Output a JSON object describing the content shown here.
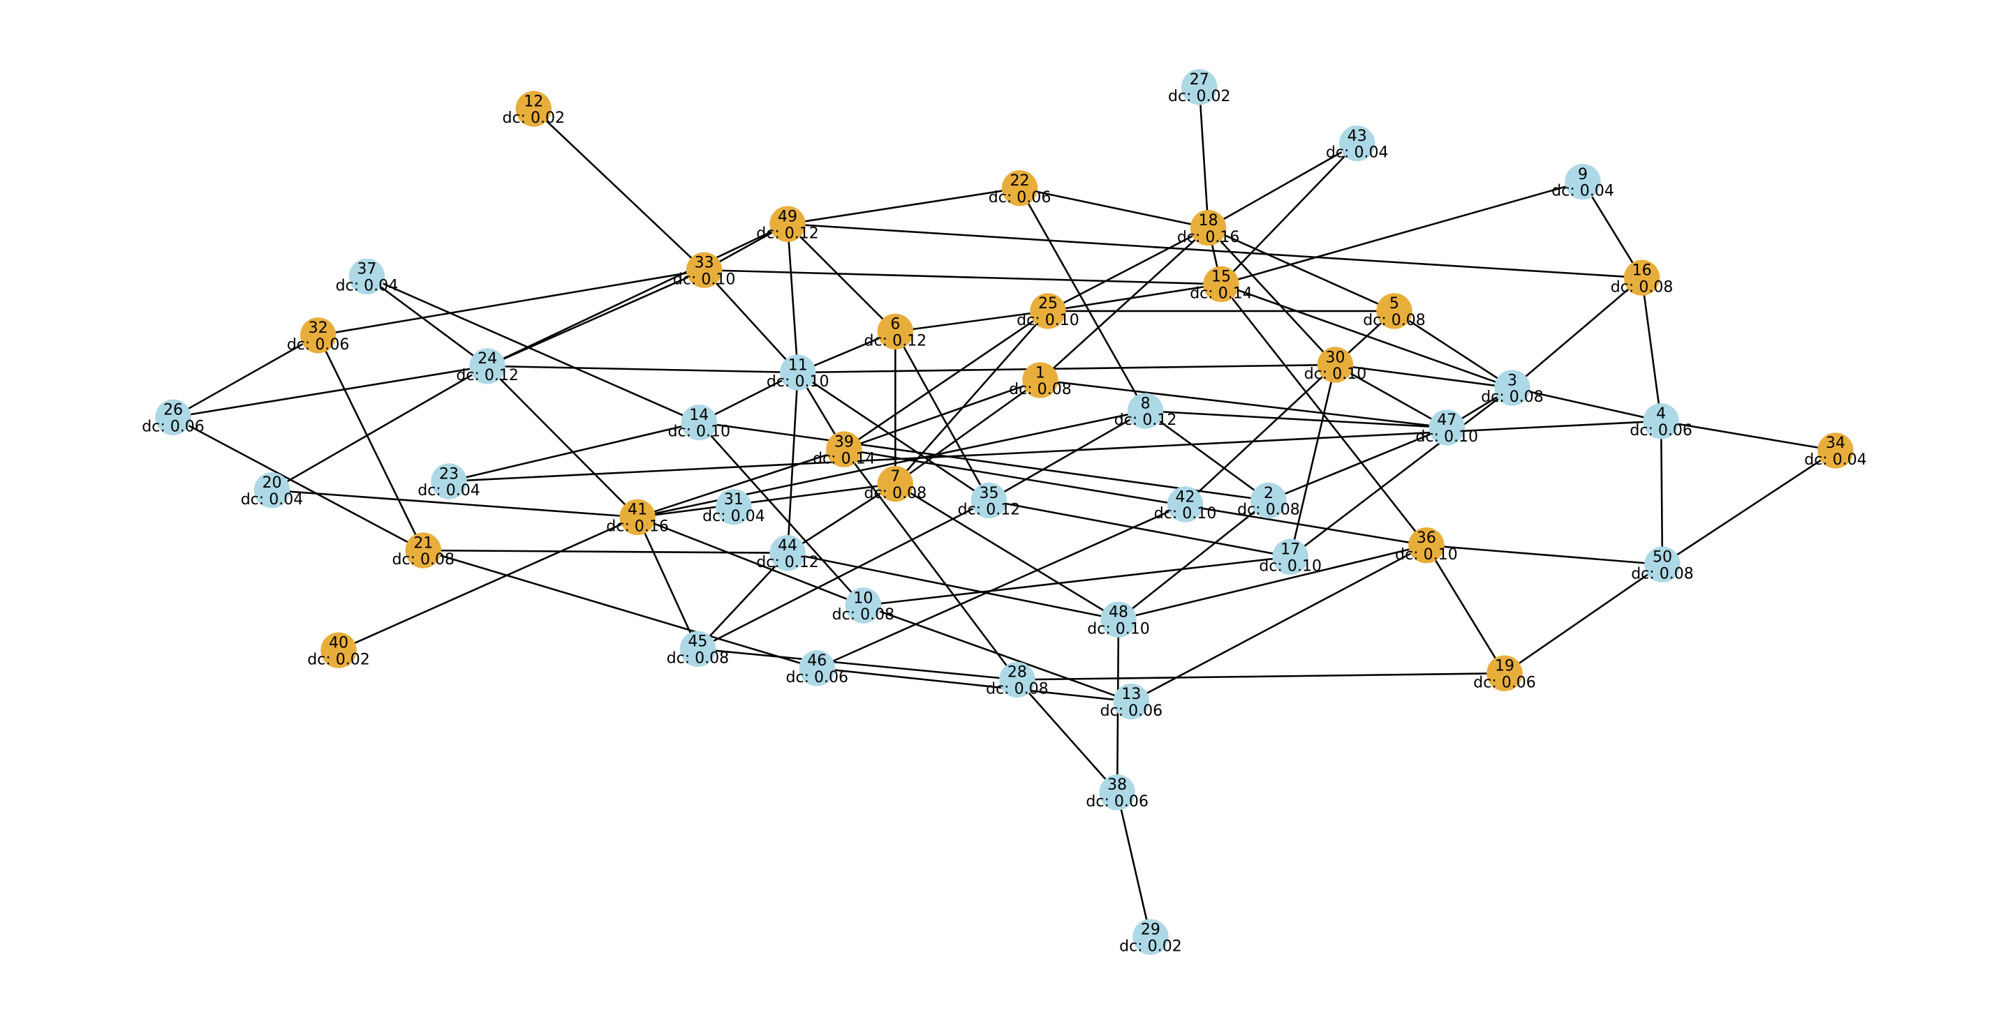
{
  "colors": {
    "group_a": "#E8AE3C",
    "group_b": "#ADD8E6",
    "edge": "#000000"
  },
  "label_prefix": "dc: ",
  "nodes": [
    {
      "id": "12",
      "dc": "0.02",
      "group": "a"
    },
    {
      "id": "27",
      "dc": "0.02",
      "group": "b"
    },
    {
      "id": "43",
      "dc": "0.04",
      "group": "b"
    },
    {
      "id": "9",
      "dc": "0.04",
      "group": "b"
    },
    {
      "id": "22",
      "dc": "0.06",
      "group": "a"
    },
    {
      "id": "49",
      "dc": "0.12",
      "group": "a"
    },
    {
      "id": "18",
      "dc": "0.16",
      "group": "a"
    },
    {
      "id": "37",
      "dc": "0.04",
      "group": "b"
    },
    {
      "id": "33",
      "dc": "0.10",
      "group": "a"
    },
    {
      "id": "15",
      "dc": "0.14",
      "group": "a"
    },
    {
      "id": "16",
      "dc": "0.08",
      "group": "a"
    },
    {
      "id": "25",
      "dc": "0.10",
      "group": "a"
    },
    {
      "id": "5",
      "dc": "0.08",
      "group": "a"
    },
    {
      "id": "32",
      "dc": "0.06",
      "group": "a"
    },
    {
      "id": "6",
      "dc": "0.12",
      "group": "a"
    },
    {
      "id": "24",
      "dc": "0.12",
      "group": "b"
    },
    {
      "id": "11",
      "dc": "0.10",
      "group": "b"
    },
    {
      "id": "30",
      "dc": "0.10",
      "group": "a"
    },
    {
      "id": "1",
      "dc": "0.08",
      "group": "a"
    },
    {
      "id": "3",
      "dc": "0.08",
      "group": "b"
    },
    {
      "id": "26",
      "dc": "0.06",
      "group": "b"
    },
    {
      "id": "14",
      "dc": "0.10",
      "group": "b"
    },
    {
      "id": "8",
      "dc": "0.12",
      "group": "b"
    },
    {
      "id": "47",
      "dc": "0.10",
      "group": "b"
    },
    {
      "id": "4",
      "dc": "0.06",
      "group": "b"
    },
    {
      "id": "34",
      "dc": "0.04",
      "group": "a"
    },
    {
      "id": "39",
      "dc": "0.14",
      "group": "a"
    },
    {
      "id": "23",
      "dc": "0.04",
      "group": "b"
    },
    {
      "id": "7",
      "dc": "0.08",
      "group": "a"
    },
    {
      "id": "20",
      "dc": "0.04",
      "group": "b"
    },
    {
      "id": "35",
      "dc": "0.12",
      "group": "b"
    },
    {
      "id": "42",
      "dc": "0.10",
      "group": "b"
    },
    {
      "id": "2",
      "dc": "0.08",
      "group": "b"
    },
    {
      "id": "41",
      "dc": "0.16",
      "group": "a"
    },
    {
      "id": "31",
      "dc": "0.04",
      "group": "b"
    },
    {
      "id": "44",
      "dc": "0.12",
      "group": "b"
    },
    {
      "id": "21",
      "dc": "0.08",
      "group": "a"
    },
    {
      "id": "36",
      "dc": "0.10",
      "group": "a"
    },
    {
      "id": "17",
      "dc": "0.10",
      "group": "b"
    },
    {
      "id": "50",
      "dc": "0.08",
      "group": "b"
    },
    {
      "id": "10",
      "dc": "0.08",
      "group": "b"
    },
    {
      "id": "48",
      "dc": "0.10",
      "group": "b"
    },
    {
      "id": "45",
      "dc": "0.08",
      "group": "b"
    },
    {
      "id": "40",
      "dc": "0.02",
      "group": "a"
    },
    {
      "id": "46",
      "dc": "0.06",
      "group": "b"
    },
    {
      "id": "19",
      "dc": "0.06",
      "group": "a"
    },
    {
      "id": "28",
      "dc": "0.08",
      "group": "b"
    },
    {
      "id": "13",
      "dc": "0.06",
      "group": "b"
    },
    {
      "id": "38",
      "dc": "0.06",
      "group": "b"
    },
    {
      "id": "29",
      "dc": "0.02",
      "group": "b"
    }
  ],
  "edges": [
    [
      "12",
      "33"
    ],
    [
      "27",
      "18"
    ],
    [
      "43",
      "18"
    ],
    [
      "43",
      "15"
    ],
    [
      "9",
      "15"
    ],
    [
      "9",
      "16"
    ],
    [
      "22",
      "49"
    ],
    [
      "22",
      "18"
    ],
    [
      "22",
      "8"
    ],
    [
      "49",
      "33"
    ],
    [
      "49",
      "24"
    ],
    [
      "49",
      "16"
    ],
    [
      "49",
      "11"
    ],
    [
      "49",
      "6"
    ],
    [
      "18",
      "25"
    ],
    [
      "18",
      "1"
    ],
    [
      "18",
      "15"
    ],
    [
      "18",
      "5"
    ],
    [
      "18",
      "30"
    ],
    [
      "33",
      "32"
    ],
    [
      "33",
      "24"
    ],
    [
      "33",
      "15"
    ],
    [
      "33",
      "11"
    ],
    [
      "37",
      "24"
    ],
    [
      "37",
      "14"
    ],
    [
      "15",
      "25"
    ],
    [
      "15",
      "36"
    ],
    [
      "15",
      "3"
    ],
    [
      "6",
      "25"
    ],
    [
      "25",
      "5"
    ],
    [
      "25",
      "39"
    ],
    [
      "25",
      "7"
    ],
    [
      "5",
      "30"
    ],
    [
      "5",
      "3"
    ],
    [
      "32",
      "26"
    ],
    [
      "32",
      "21"
    ],
    [
      "24",
      "26"
    ],
    [
      "24",
      "20"
    ],
    [
      "24",
      "41"
    ],
    [
      "24",
      "11"
    ],
    [
      "11",
      "30"
    ],
    [
      "11",
      "6"
    ],
    [
      "11",
      "14"
    ],
    [
      "11",
      "39"
    ],
    [
      "11",
      "35"
    ],
    [
      "11",
      "44"
    ],
    [
      "30",
      "3"
    ],
    [
      "30",
      "47"
    ],
    [
      "30",
      "42"
    ],
    [
      "30",
      "17"
    ],
    [
      "1",
      "39"
    ],
    [
      "1",
      "7"
    ],
    [
      "1",
      "47"
    ],
    [
      "3",
      "47"
    ],
    [
      "3",
      "17"
    ],
    [
      "3",
      "4"
    ],
    [
      "16",
      "3"
    ],
    [
      "16",
      "4"
    ],
    [
      "26",
      "21"
    ],
    [
      "14",
      "23"
    ],
    [
      "14",
      "10"
    ],
    [
      "14",
      "2"
    ],
    [
      "39",
      "36"
    ],
    [
      "23",
      "4"
    ],
    [
      "8",
      "2"
    ],
    [
      "8",
      "47"
    ],
    [
      "8",
      "41"
    ],
    [
      "8",
      "35"
    ],
    [
      "47",
      "2"
    ],
    [
      "4",
      "34"
    ],
    [
      "4",
      "50"
    ],
    [
      "34",
      "50"
    ],
    [
      "39",
      "41"
    ],
    [
      "39",
      "28"
    ],
    [
      "7",
      "41"
    ],
    [
      "7",
      "6"
    ],
    [
      "7",
      "48"
    ],
    [
      "7",
      "44"
    ],
    [
      "20",
      "41"
    ],
    [
      "35",
      "45"
    ],
    [
      "35",
      "17"
    ],
    [
      "35",
      "6"
    ],
    [
      "42",
      "46"
    ],
    [
      "2",
      "48"
    ],
    [
      "41",
      "45"
    ],
    [
      "41",
      "10"
    ],
    [
      "41",
      "40"
    ],
    [
      "44",
      "45"
    ],
    [
      "44",
      "48"
    ],
    [
      "44",
      "21"
    ],
    [
      "21",
      "46"
    ],
    [
      "36",
      "48"
    ],
    [
      "36",
      "13"
    ],
    [
      "36",
      "19"
    ],
    [
      "36",
      "50"
    ],
    [
      "17",
      "10"
    ],
    [
      "50",
      "19"
    ],
    [
      "10",
      "13"
    ],
    [
      "48",
      "38"
    ],
    [
      "45",
      "28"
    ],
    [
      "46",
      "13"
    ],
    [
      "28",
      "19"
    ],
    [
      "28",
      "38"
    ],
    [
      "38",
      "29"
    ]
  ]
}
